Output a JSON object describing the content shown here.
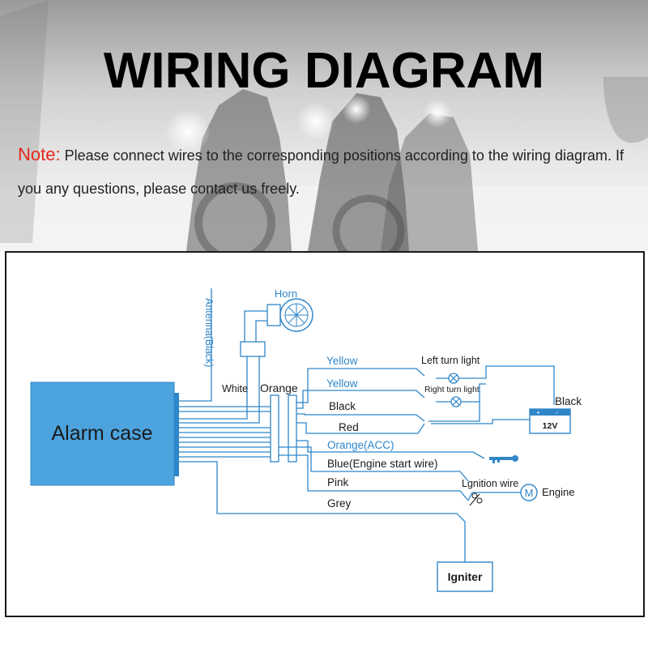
{
  "header": {
    "title": "WIRING DIAGRAM",
    "note_label": "Note:",
    "note_text": "Please connect wires to the corresponding positions according to the wiring diagram. If you any questions, please contact us freely."
  },
  "diagram": {
    "alarm_case": "Alarm case",
    "antenna": "Antenna(Black)",
    "horn": "Horn",
    "white": "White",
    "orange": "Orange",
    "wires": {
      "yellow_1": "Yellow",
      "yellow_2": "Yellow",
      "black": "Black",
      "red": "Red",
      "orange_acc": "Orange(ACC)",
      "blue": "Blue(Engine start wire)",
      "pink": "Pink",
      "grey": "Grey"
    },
    "left_turn_light": "Left turn  light",
    "right_turn_light": "Right turn light",
    "battery_black": "Black",
    "battery_voltage": "12V",
    "ignition_wire": "Lgnition wire",
    "motor_symbol": "M",
    "engine": "Engine",
    "igniter": "Igniter"
  },
  "colors": {
    "wire": "#2f86c9",
    "alarm_case_fill": "#4da3de",
    "note_label": "#e5261b"
  },
  "icons": {
    "horn": "horn-icon",
    "key": "key-icon",
    "lamp": "lamp-icon",
    "battery": "battery-icon",
    "motor": "motor-icon",
    "switch": "switch-icon"
  }
}
